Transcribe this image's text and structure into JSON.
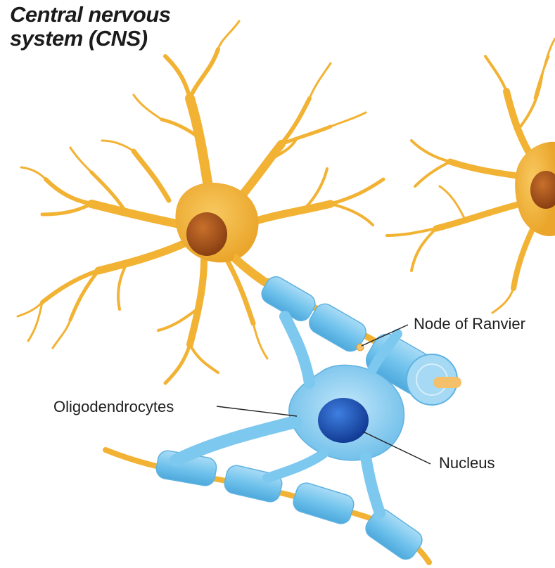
{
  "title": {
    "line1": "Central nervous",
    "line2": "system (CNS)"
  },
  "labels": {
    "node_of_ranvier": "Node of Ranvier",
    "oligodendrocytes": "Oligodendrocytes",
    "nucleus": "Nucleus"
  },
  "colors": {
    "neuron": "#f2b233",
    "neuron_nucleus": "#a8551c",
    "myelin": "#6fc2ec",
    "oligo_nucleus": "#1a48a8",
    "leader": "#222222"
  }
}
